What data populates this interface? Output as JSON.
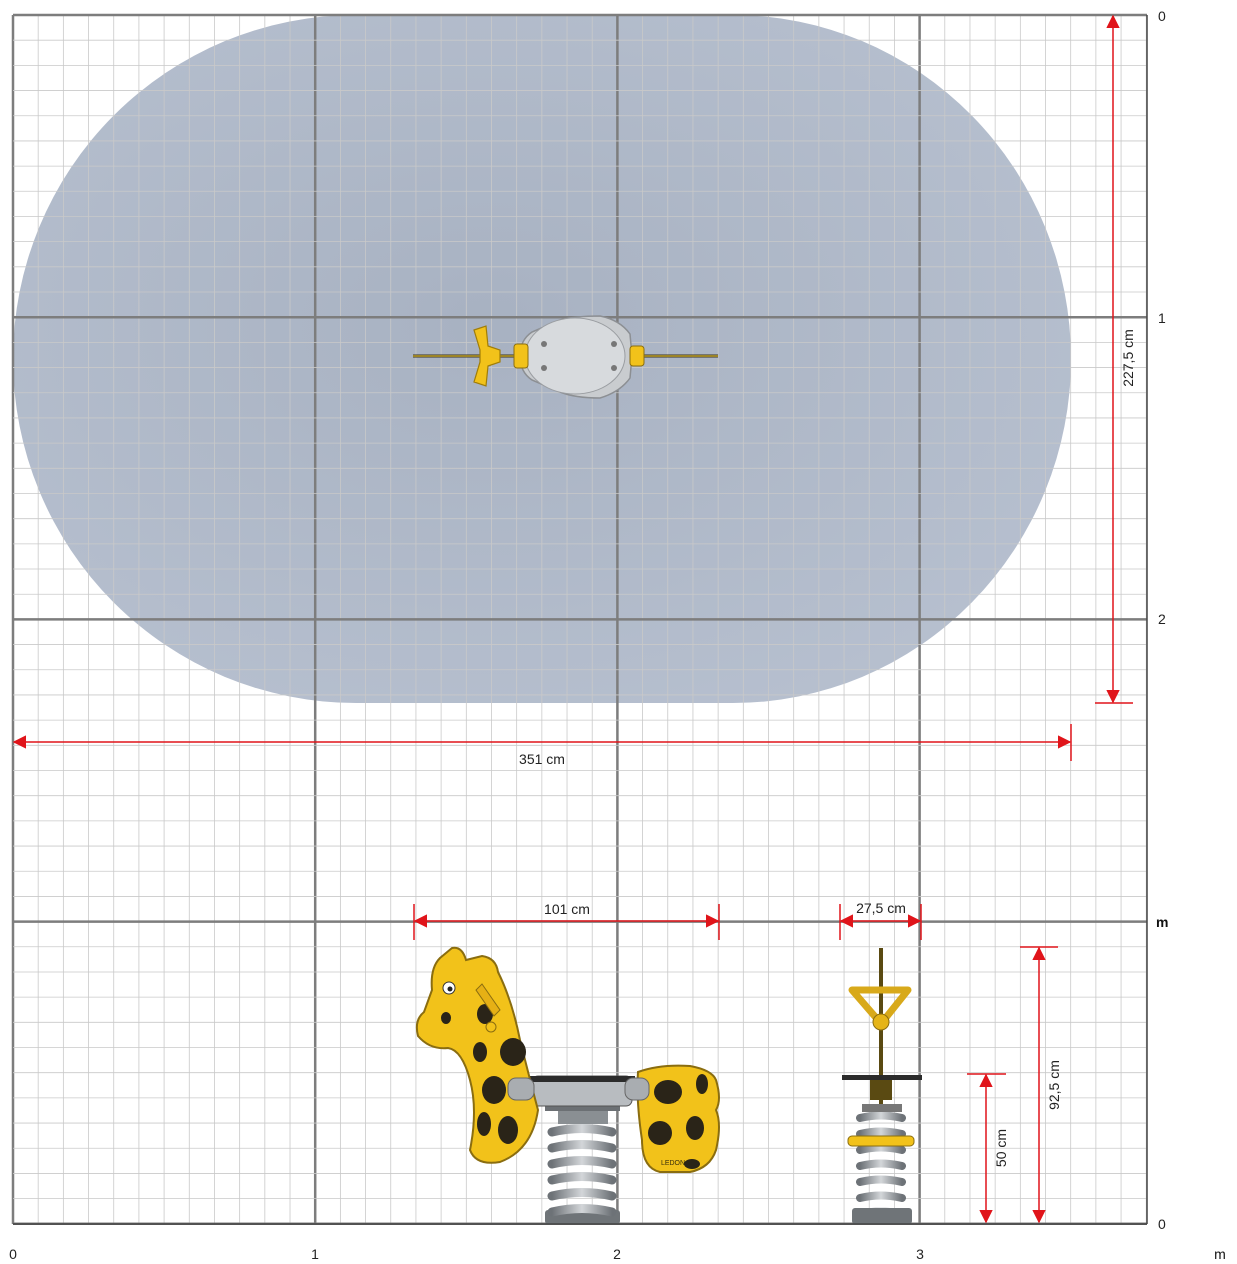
{
  "axes": {
    "right_ticks": [
      "0",
      "1",
      "2"
    ],
    "right_unit": "m",
    "right_bottom_tick": "0",
    "bottom_ticks": [
      "0",
      "1",
      "2",
      "3"
    ],
    "bottom_unit": "m"
  },
  "dimensions": {
    "safety_width": "351 cm",
    "safety_depth": "227,5 cm",
    "product_length": "101 cm",
    "product_width": "27,5 cm",
    "seat_height": "50 cm",
    "total_height": "92,5 cm"
  },
  "product": {
    "brand_mark": "LEDON"
  },
  "colors": {
    "safety_zone": "#a9b4c6",
    "dimension_line": "#e0141a",
    "grid_major": "#7d7d7d",
    "grid_minor": "#c9c9c9",
    "product_yellow": "#f2c21a",
    "product_spots": "#2a2418",
    "spring_metal": "#8f9499"
  }
}
